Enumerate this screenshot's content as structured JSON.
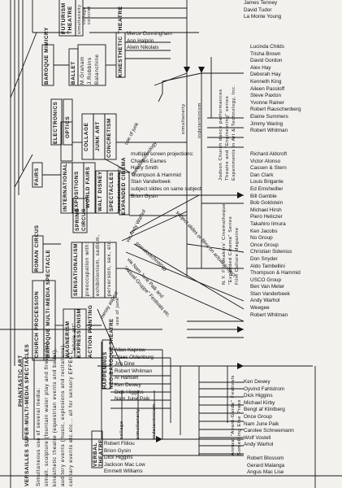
{
  "top_right": [
    "FUTURISM",
    "THEATRE",
    "simultaneity",
    "collage",
    "concret"
  ],
  "top_list": [
    "James Tenney",
    "David Tudor",
    "La Monte Young"
  ],
  "kinesthetic": {
    "label": "KINESTHETIC THEATRE",
    "people": [
      "Merce Cunningham",
      "Ann Halprin",
      "Alwin Nikolais"
    ]
  },
  "baroque_mimicry": "BAROQUE MIMICRY",
  "ballet": [
    "BALLET",
    "M.Graham",
    "J.Robbins",
    "Balanchine"
  ],
  "dance_list": [
    "Lucinda Childs",
    "Trisha Brown",
    "David Gordon",
    "Alex Hay",
    "Deborah Hay",
    "Kenneth King",
    "Aileen Passloff",
    "Steve Paxton",
    "Yvonne Rainer",
    "Robert Rauschenberg",
    "Elaine Summers",
    "Jimmy Waring",
    "Robert Whitman"
  ],
  "judson_note": [
    "Judson Church dance performances",
    "Theatre and \"Engineering\" series",
    "Experiments in Art & Technology, Inc."
  ],
  "simultaneity": "simultaneity",
  "indeterminism": "indeterminism",
  "electronics": [
    "ELECTRONICS",
    "OPTICS"
  ],
  "collage_col": [
    "COLLAGE",
    "JUNK ART",
    "CONCRETISM"
  ],
  "use_of_junk": "use of junk",
  "pseudotechnology": "pseudotechnology",
  "fairs": "FAIRS",
  "expositions": [
    "INTERNATIONAL",
    "EXPOSITIONS",
    "WORLD FAIRS"
  ],
  "disney": [
    "WALT DISNEY",
    "SPECTACLES",
    "\"pseudotechnology\""
  ],
  "expanded_cinema": "EXPANDED CINEMA",
  "projections": {
    "heading": "multiple screen projections:",
    "people": [
      "Charles Eames",
      "Harry Smith",
      "Thompson & Hammid",
      "Stan Vanderbeek"
    ],
    "sub": "subject slides on same subject:",
    "person": "Brion Gysin"
  },
  "cinema_list": [
    "Richard Aldcroft",
    "Victor Alonso",
    "Cassen & Stern",
    "Dan Clark",
    "Louis Brigante",
    "Ed Emshwiller",
    "Bill Gamble",
    "Bob Goldstein",
    "Michael Hirsh",
    "Piero Heliczer",
    "Takahiro Iimura",
    "Ken Jacobs",
    "No Group",
    "Once Group",
    "Christian Sidenius",
    "Don Snyder",
    "Aldo Tambellini",
    "Thompson & Hammid",
    "USCO Group",
    "Ben Van Meter",
    "Stan Vanderbeek",
    "Andy Warhol",
    "Weegee",
    "Robert Whitman"
  ],
  "cinema_note": [
    "N.Y. Filmmakers' Cinematheque",
    "\"Expanded Cinema\" Series",
    "Film Culture Magazine"
  ],
  "roman_circus": "ROMAN CIRCUS",
  "circus": [
    "SPRING",
    "CIRCUS"
  ],
  "sensationalism": [
    "SENSATIONALISM",
    "preoccupation with:",
    "exhibitionism, sadism,",
    "perversion, sex, etc."
  ],
  "via_warhol": "via Andy Warhol",
  "slides_note": "subject slides or films on actual subject",
  "pseudotech2": "pseudotechnology",
  "via_nam_june": "via Nam June Paik and",
  "aktual": "\"Aktual-Gruppe\" Festivals etc.",
  "church_procession": "CHURCH PROCESSION",
  "baroque_mm": "BAROQUE MULTI-MEDIA SPECTACLE",
  "wagnerism": [
    "WAGNERISM",
    "\"whole art\""
  ],
  "expressionism": "EXPRESSIONISM",
  "action_painting": "ACTION PAINTING",
  "messy_aspect": "messy aspect",
  "use_of_junk2": "use of junk",
  "phantastic_art": "PHANTASTIC ART",
  "versailles": "VERSAILLES SUPER-MULTI-MEDIA SPECTACLES",
  "versailles_desc": [
    "Simultaneous use of several media:",
    "simult. sculpture (fountain water play and fireworks),",
    "kinesthetic theatre (equestrian events and ballet),",
    "auditory events (music, explosions and recitations),",
    "culinary events etc.etc... all for sensory EFFECT."
  ],
  "happenings": [
    "HAPPENINGS",
    "NEO-BAROQUE THEATRE"
  ],
  "happenings_people": [
    "Allan Kaprow",
    "Claes Oldenburg",
    "Jim Dine",
    "Robert Whitman",
    "Al Hansen",
    "Ken Dewey",
    "Dick Higgins",
    "Nam June Paik"
  ],
  "fluxus_list": [
    "Ken Dewey",
    "Oyvind Fahlstrom",
    "Dick Higgins",
    "Michael Kirby",
    "Bengt af Klintberg",
    "Once Group",
    "Nam June Paik",
    "Carolee Schneemann",
    "Wolf Vostell",
    "Andy Warhol"
  ],
  "fluxus_note": [
    "Annual \"Avant-Garde\" Festivals",
    "Something Else Press"
  ],
  "collage2": "collage",
  "simultaneity2": "simultaneity",
  "indeterminism2": "indeterminism",
  "verbal_theatre": [
    "VERBAL",
    "THEATRE"
  ],
  "verbal_people": [
    "Robert Filliou",
    "Brion Gysin",
    "Dick Higgins",
    "Jackson Mac Low",
    "Emmett Williams"
  ],
  "verbal_right": [
    "Robert Blossom",
    "Gerard Malanga",
    "Angus Mac Lise"
  ]
}
